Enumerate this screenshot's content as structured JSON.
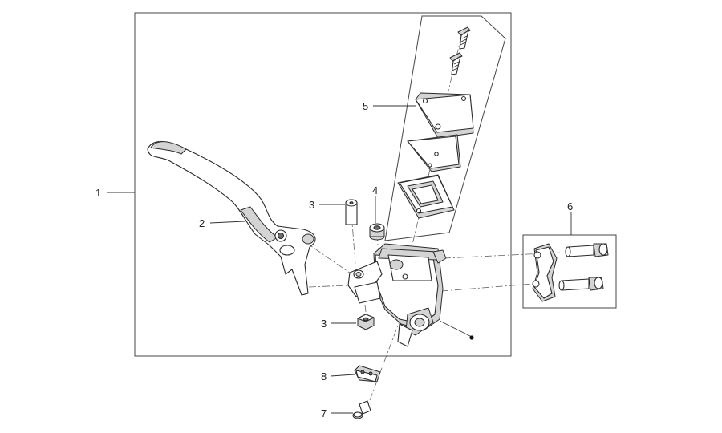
{
  "callouts": {
    "c1": "1",
    "c2": "2",
    "c3a": "3",
    "c3b": "3",
    "c4": "4",
    "c5": "5",
    "c6": "6",
    "c7": "7",
    "c8": "8"
  },
  "colors": {
    "line": "#2a2a2a",
    "shade": "#d4d4d4",
    "background": "#ffffff"
  }
}
